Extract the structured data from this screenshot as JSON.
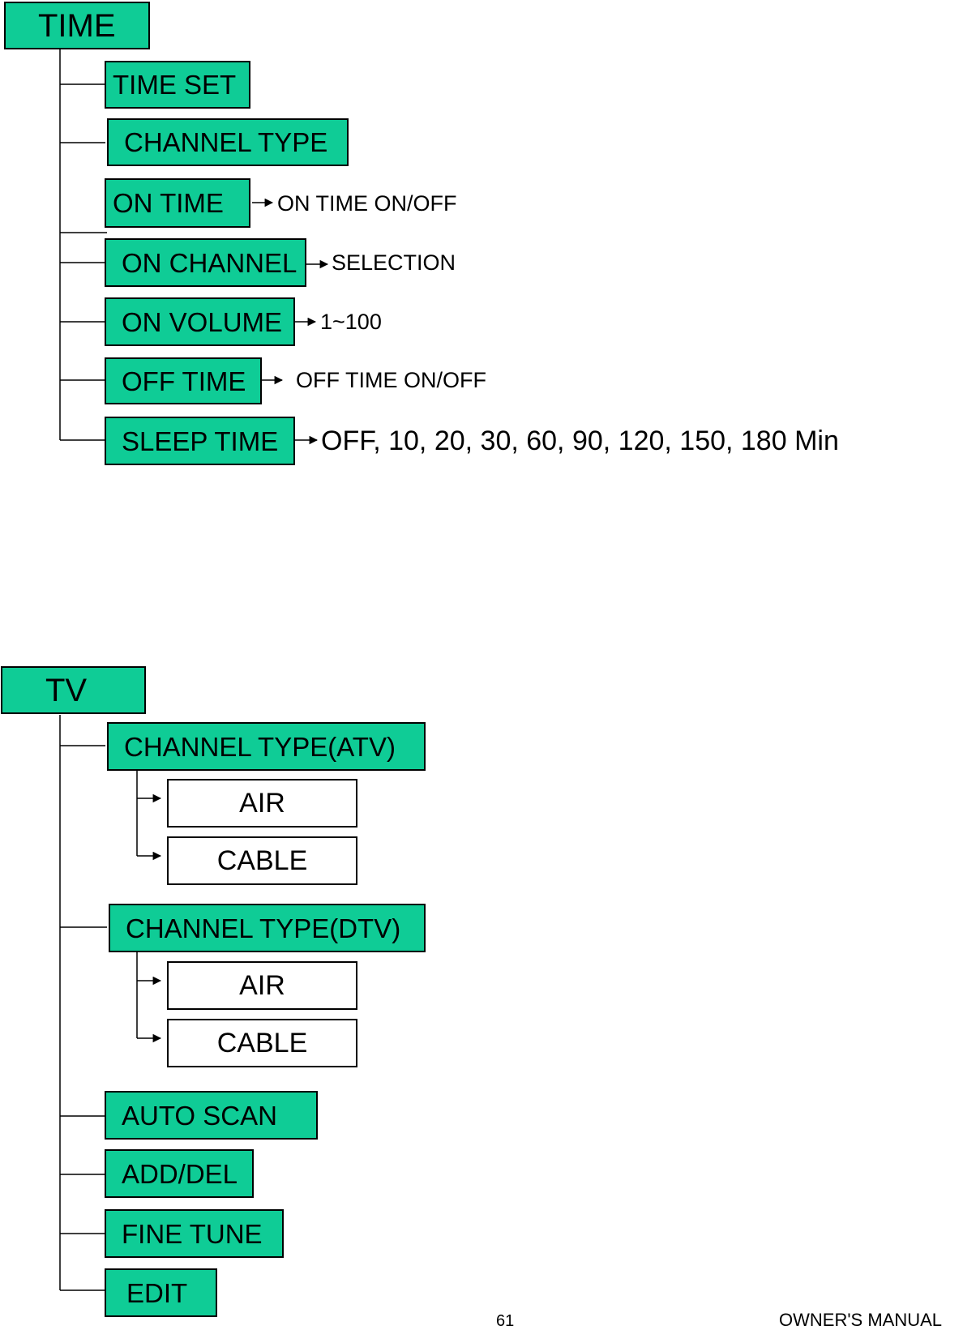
{
  "time_menu": {
    "root": "TIME",
    "items": [
      {
        "label": "TIME SET"
      },
      {
        "label": "CHANNEL TYPE"
      },
      {
        "label": "ON TIME",
        "note": "ON TIME ON/OFF"
      },
      {
        "label": "ON CHANNEL",
        "note": "SELECTION"
      },
      {
        "label": "ON VOLUME",
        "note": "1~100"
      },
      {
        "label": "OFF TIME",
        "note": "OFF TIME ON/OFF"
      },
      {
        "label": "SLEEP TIME",
        "note": "OFF, 10, 20, 30, 60, 90, 120, 150, 180 Min"
      }
    ]
  },
  "tv_menu": {
    "root": "TV",
    "channel_type_atv": {
      "label": "CHANNEL TYPE(ATV)",
      "options": [
        "AIR",
        "CABLE"
      ]
    },
    "channel_type_dtv": {
      "label": "CHANNEL TYPE(DTV)",
      "options": [
        "AIR",
        "CABLE"
      ]
    },
    "items": [
      {
        "label": "AUTO SCAN"
      },
      {
        "label": "ADD/DEL"
      },
      {
        "label": "FINE TUNE"
      },
      {
        "label": "EDIT"
      }
    ]
  },
  "footer": {
    "page_number": "61",
    "manual": "OWNER'S MANUAL"
  }
}
